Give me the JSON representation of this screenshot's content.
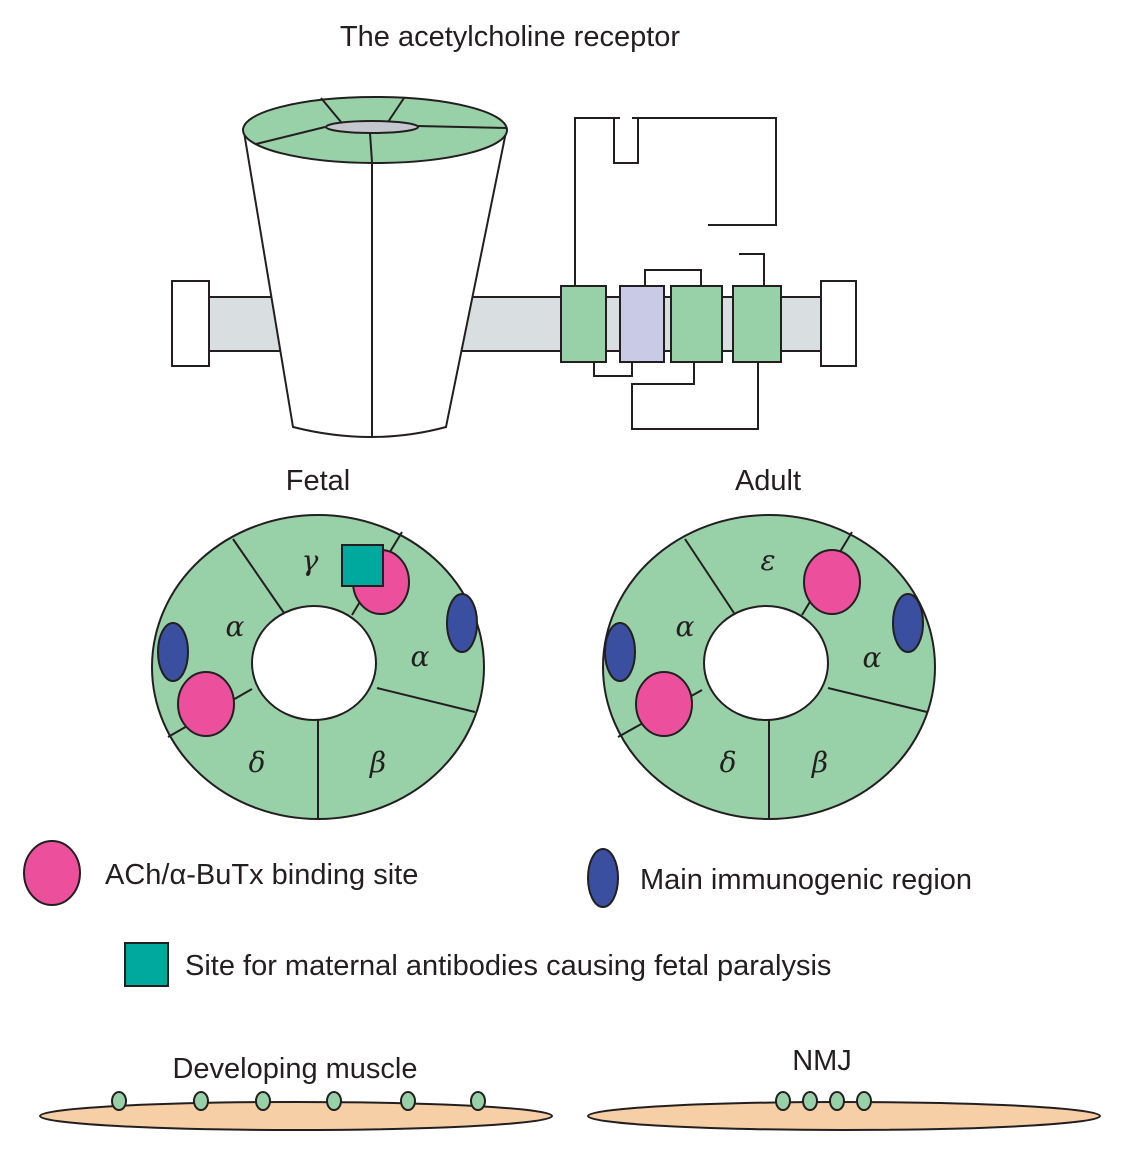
{
  "title": "The acetylcholine receptor",
  "fetal": {
    "label": "Fetal",
    "subunits": {
      "top": "γ",
      "left": "α",
      "right": "α",
      "bottom_left": "δ",
      "bottom_right": "β"
    }
  },
  "adult": {
    "label": "Adult",
    "subunits": {
      "top": "ε",
      "left": "α",
      "right": "α",
      "bottom_left": "δ",
      "bottom_right": "β"
    }
  },
  "legend": {
    "binding_site": "ACh/α-BuTx binding site",
    "immunogenic": "Main immunogenic region",
    "maternal": "Site for maternal antibodies causing fetal paralysis"
  },
  "distribution": {
    "developing": "Developing muscle",
    "nmj": "NMJ"
  },
  "colors": {
    "subunit_green": "#98d1a7",
    "binding_pink": "#ec4f9c",
    "immunogenic_blue": "#3a4fa0",
    "maternal_teal": "#00a99d",
    "membrane_gray": "#d9dee1",
    "pore_gray": "#c4c7cd",
    "m2_lavender": "#c8cae6",
    "muscle_peach": "#f6cfa6"
  }
}
